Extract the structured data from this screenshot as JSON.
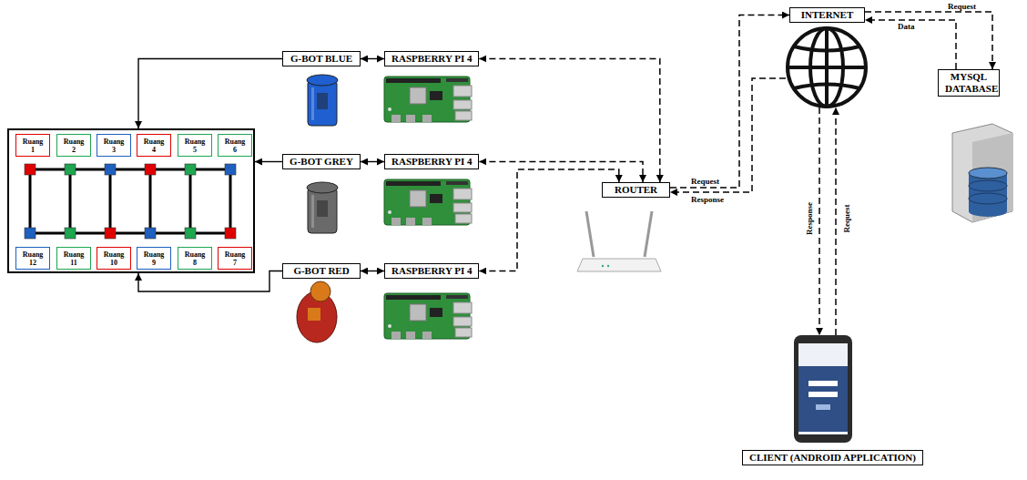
{
  "diagram": {
    "nodes": [
      {
        "text": []
      },
      {
        "text": [
          "Ruang 1"
        ],
        "in": 0
      },
      {
        "text": [
          "Ruang 2"
        ],
        "in": 0
      },
      {
        "text": [
          "Ruang 3"
        ],
        "in": 0
      },
      {
        "text": [
          "Ruang 4"
        ],
        "in": 0
      },
      {
        "text": [
          "Ruang 5"
        ],
        "in": 0
      },
      {
        "text": [
          "Ruang 6"
        ],
        "in": 0
      },
      {
        "text": [
          "Ruang 12"
        ],
        "in": 0
      },
      {
        "text": [
          "Ruang 11"
        ],
        "in": 0
      },
      {
        "text": [
          "Ruang 10"
        ],
        "in": 0
      },
      {
        "text": [
          "Ruang 9"
        ],
        "in": 0
      },
      {
        "text": [
          "Ruang 8"
        ],
        "in": 0
      },
      {
        "text": [
          "Ruang 7"
        ],
        "in": 0
      },
      {
        "text": [
          "G-BOT BLUE"
        ]
      },
      {
        "text": [
          "RASPBERRY PI 4"
        ]
      },
      {
        "text": [
          "G-BOT GREY"
        ]
      },
      {
        "text": [
          "RASPBERRY PI 4"
        ]
      },
      {
        "text": [
          "G-BOT RED"
        ]
      },
      {
        "text": [
          "RASPBERRY PI 4"
        ]
      },
      {
        "text": [
          "ROUTER"
        ]
      },
      {
        "text": [
          "INTERNET"
        ]
      },
      {
        "text": [
          "MYSQL DATABASE"
        ]
      },
      {
        "text": [
          "CLIENT (ANDROID APPLICATION)"
        ]
      }
    ],
    "edges": [
      {
        "from": 13,
        "to": 0,
        "arrow": "to"
      },
      {
        "from": 15,
        "to": 0,
        "arrow": "to"
      },
      {
        "from": 17,
        "to": 0,
        "arrow": "to"
      },
      {
        "from": 13,
        "to": 14,
        "arrow": "both"
      },
      {
        "from": 15,
        "to": 16,
        "arrow": "both"
      },
      {
        "from": 17,
        "to": 18,
        "arrow": "both"
      },
      {
        "from": 14,
        "to": 19,
        "arrow": "both"
      },
      {
        "from": 16,
        "to": 19,
        "arrow": "both"
      },
      {
        "from": 18,
        "to": 19,
        "arrow": "both"
      },
      {
        "from": 19,
        "to": 20,
        "label": "Request",
        "arrow": "to"
      },
      {
        "from": 20,
        "to": 19,
        "label": "Response",
        "arrow": "to"
      },
      {
        "from": 20,
        "to": 21,
        "label": "Request",
        "arrow": "to"
      },
      {
        "from": 21,
        "to": 20,
        "label": "Data",
        "arrow": "to"
      },
      {
        "from": 20,
        "to": 22,
        "label": "Response",
        "arrow": "to"
      },
      {
        "from": 22,
        "to": 20,
        "label": "Request",
        "arrow": "to"
      }
    ]
  }
}
